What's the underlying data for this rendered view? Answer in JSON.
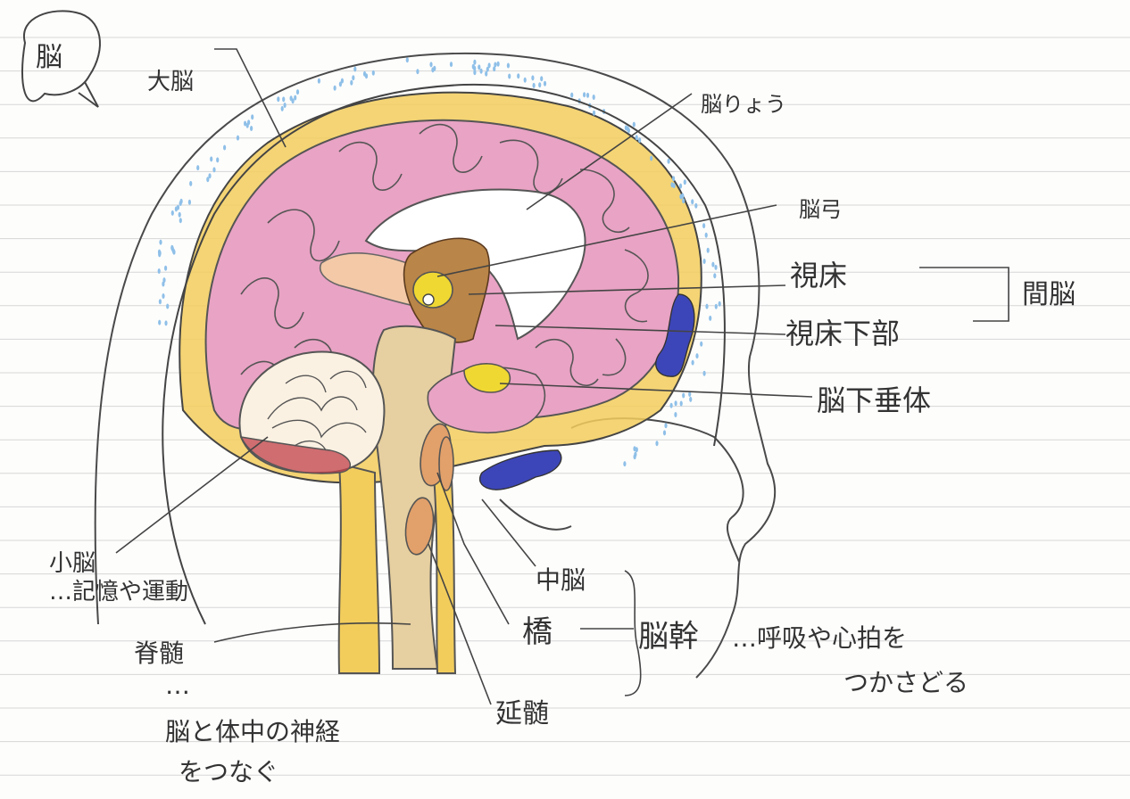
{
  "title": "脳",
  "labels": {
    "cerebrum": "大脳",
    "corpus_callosum": "脳りょう",
    "fornix": "脳弓",
    "thalamus": "視床",
    "hypothalamus": "視床下部",
    "diencephalon": "間脳",
    "pituitary": "脳下垂体",
    "cerebellum": "小脳",
    "cerebellum_desc": "…記憶や運動",
    "spinal_cord": "脊髄",
    "spinal_cord_dots": "…",
    "spinal_cord_desc_1": "脳と体中の神経",
    "spinal_cord_desc_2": "をつなぐ",
    "midbrain": "中脳",
    "pons": "橋",
    "medulla": "延髄",
    "brainstem": "脳幹",
    "brainstem_desc_1": "…呼吸や心拍を",
    "brainstem_desc_2": "つかさどる"
  },
  "colors": {
    "cerebrum": "#e9a3c4",
    "csf": "#f2cd5c",
    "cerebellum": "#d48c5a",
    "cerebellum_red": "#c0404a",
    "thalamus": "#b98548",
    "pituitary": "#f0d832",
    "ventricle_blue": "#3d46b8",
    "dots": "#8fc0e8",
    "ink": "#444444",
    "paper_line": "#d6d6d6"
  }
}
